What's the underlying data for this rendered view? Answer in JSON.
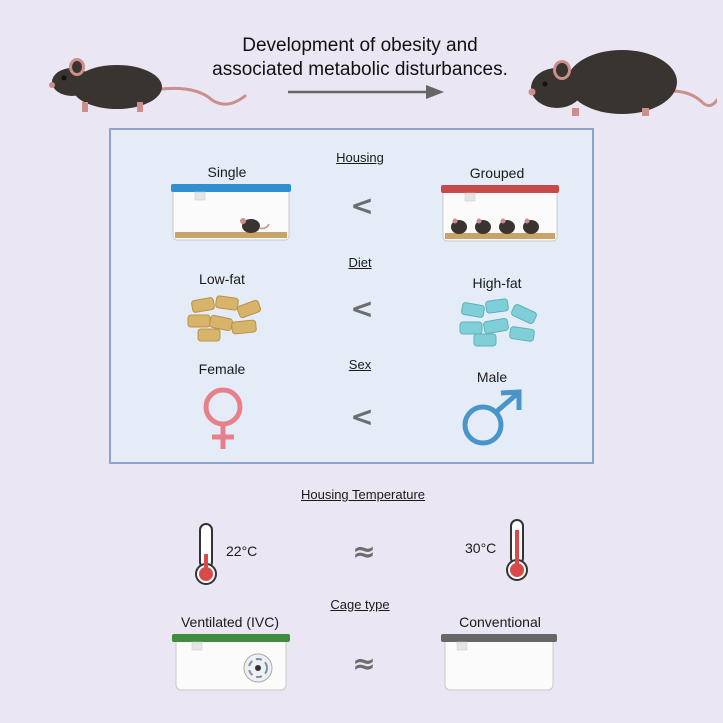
{
  "title": {
    "line1": "Development of obesity and",
    "line2": "associated metabolic disturbances."
  },
  "icons": {
    "mouse_lean": "mouse-icon",
    "mouse_obese": "obese-mouse-icon",
    "arrow": "right-arrow-icon",
    "cage": "cage-icon",
    "pellets": "food-pellets-icon",
    "female": "female-symbol-icon",
    "male": "male-symbol-icon",
    "thermometer": "thermometer-icon",
    "fan": "ventilation-fan-icon"
  },
  "colors": {
    "background": "#ebe6f3",
    "panel_fill": "#e4edf7",
    "panel_border": "#8ea3cc",
    "single_lid": "#2f8fcf",
    "grouped_lid": "#c84b4b",
    "low_fat": "#d8b36a",
    "high_fat": "#7fcfd8",
    "female": "#e8808c",
    "male": "#4a95c8",
    "thermo": "#d94b4b",
    "ivc_lid": "#3f8c3f",
    "conv_lid": "#666666"
  },
  "factors": {
    "housing": {
      "heading": "Housing",
      "left": "Single",
      "right": "Grouped",
      "comparator": "<"
    },
    "diet": {
      "heading": "Diet",
      "left": "Low-fat",
      "right": "High-fat",
      "comparator": "<"
    },
    "sex": {
      "heading": "Sex",
      "left": "Female",
      "right": "Male",
      "comparator": "<"
    }
  },
  "temperature": {
    "heading": "Housing Temperature",
    "left": "22°C",
    "right": "30°C",
    "comparator": "≈"
  },
  "cage": {
    "heading": "Cage type",
    "left": "Ventilated (IVC)",
    "right": "Conventional",
    "comparator": "≈"
  }
}
